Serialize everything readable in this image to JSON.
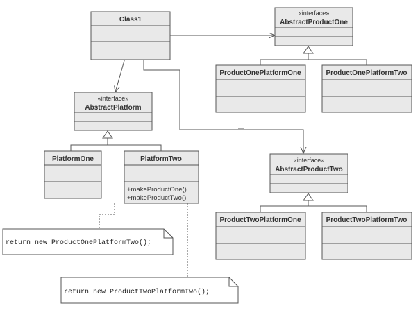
{
  "classes": {
    "class1": {
      "name": "Class1"
    },
    "abstract_product_one": {
      "stereotype": "«interface»",
      "name": "AbstractProductOne"
    },
    "product_one_platform_one": {
      "name": "ProductOnePlatformOne"
    },
    "product_one_platform_two": {
      "name": "ProductOnePlatformTwo"
    },
    "abstract_platform": {
      "stereotype": "«interface»",
      "name": "AbstractPlatform"
    },
    "platform_one": {
      "name": "PlatformOne"
    },
    "platform_two": {
      "name": "PlatformTwo",
      "operations": [
        "+makeProductOne()",
        "+makeProductTwo()"
      ]
    },
    "abstract_product_two": {
      "stereotype": "«interface»",
      "name": "AbstractProductTwo"
    },
    "product_two_platform_one": {
      "name": "ProductTwoPlatformOne"
    },
    "product_two_platform_two": {
      "name": "ProductTwoPlatformTwo"
    }
  },
  "notes": {
    "note1": "return new ProductOnePlatformTwo();",
    "note2": "return new ProductTwoPlatformTwo();"
  }
}
